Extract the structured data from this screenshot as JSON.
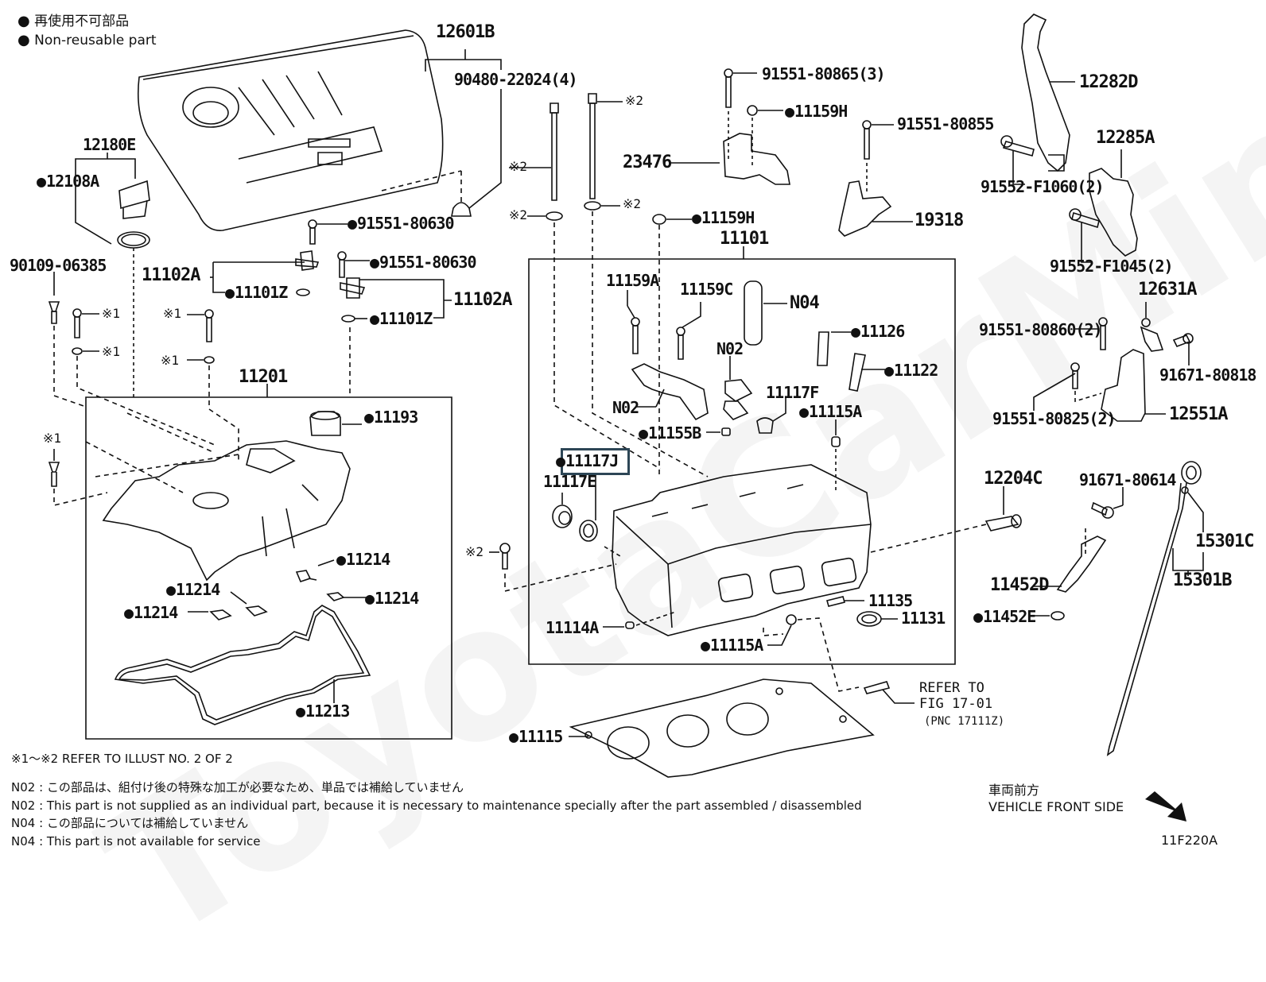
{
  "diagram": {
    "figure_id": "11F220A",
    "legend": {
      "non_reusable_jp": "再使用不可部品",
      "non_reusable_en": "Non-reusable part"
    },
    "watermark_text": "ToyotaCarMine.ru",
    "highlighted_part": "11117J",
    "group_boxes": [
      {
        "id": "11201",
        "label": "11201"
      },
      {
        "id": "11101",
        "label": "11101"
      }
    ],
    "parts": {
      "p12601B": "12601B",
      "p90480": "90480-22024(4)",
      "p12180E": "12180E",
      "p12108A": "12108A",
      "p90109": "90109-06385",
      "p91551_80630_a": "91551-80630",
      "p91551_80630_b": "91551-80630",
      "p11102A_a": "11102A",
      "p11102A_b": "11102A",
      "p11101Z_a": "11101Z",
      "p11101Z_b": "11101Z",
      "p11201": "11201",
      "p11193": "11193",
      "p11214_a": "11214",
      "p11214_b": "11214",
      "p11214_c": "11214",
      "p11214_d": "11214",
      "p11213": "11213",
      "p91551_80865": "91551-80865(3)",
      "p11159H_a": "11159H",
      "p11159H_b": "11159H",
      "p23476": "23476",
      "p91551_80855": "91551-80855",
      "p19318": "19318",
      "p11101": "11101",
      "p11159A": "11159A",
      "p11159C": "11159C",
      "pN04": "N04",
      "pN02_a": "N02",
      "pN02_b": "N02",
      "p11126": "11126",
      "p11122": "11122",
      "p11117F": "11117F",
      "p11115A_a": "11115A",
      "p11115A_b": "11115A",
      "p11155B": "11155B",
      "p11117J": "11117J",
      "p11117E": "11117E",
      "p11135": "11135",
      "p11131": "11131",
      "p11114A": "11114A",
      "p11115": "11115",
      "p12282D": "12282D",
      "p12285A": "12285A",
      "p91552_F1060": "91552-F1060(2)",
      "p91552_F1045": "91552-F1045(2)",
      "p12631A": "12631A",
      "p91551_80860": "91551-80860(2)",
      "p91671_80818": "91671-80818",
      "p91551_80825": "91551-80825(2)",
      "p12551A": "12551A",
      "p12204C": "12204C",
      "p91671_80614": "91671-80614",
      "p15301C": "15301C",
      "p15301B": "15301B",
      "p11452D": "11452D",
      "p11452E": "11452E"
    },
    "ref_marks": {
      "r1_a": "※1",
      "r1_b": "※1",
      "r1_c": "※1",
      "r1_d": "※1",
      "r1_e": "※1",
      "r2_a": "※2",
      "r2_b": "※2",
      "r2_c": "※2",
      "r2_d": "※2",
      "r2_e": "※2"
    },
    "refer_to": {
      "line1": "REFER TO",
      "line2": "FIG 17-01",
      "line3": "(PNC 17111Z)"
    },
    "notes": {
      "refer_illust": "※1～※2  REFER TO ILLUST NO. 2 OF 2",
      "n02_jp": "N02 : この部品は、組付け後の特殊な加工が必要なため、単品では補給していません",
      "n02_en": "N02 : This part is not supplied as an individual part, because it is necessary to maintenance specially after the part assembled / disassembled",
      "n04_jp": "N04 : この部品については補給していません",
      "n04_en": "N04 : This part is not available for service"
    },
    "orientation": {
      "jp": "車両前方",
      "en": "VEHICLE FRONT SIDE",
      "arrow_icon": "arrow-down-right"
    },
    "non_reusable_marked": [
      "12108A",
      "91551-80630",
      "11101Z",
      "11193",
      "11214",
      "11213",
      "11159H",
      "11126",
      "11122",
      "11115A",
      "11155B",
      "11117J",
      "11115",
      "11452E"
    ]
  }
}
